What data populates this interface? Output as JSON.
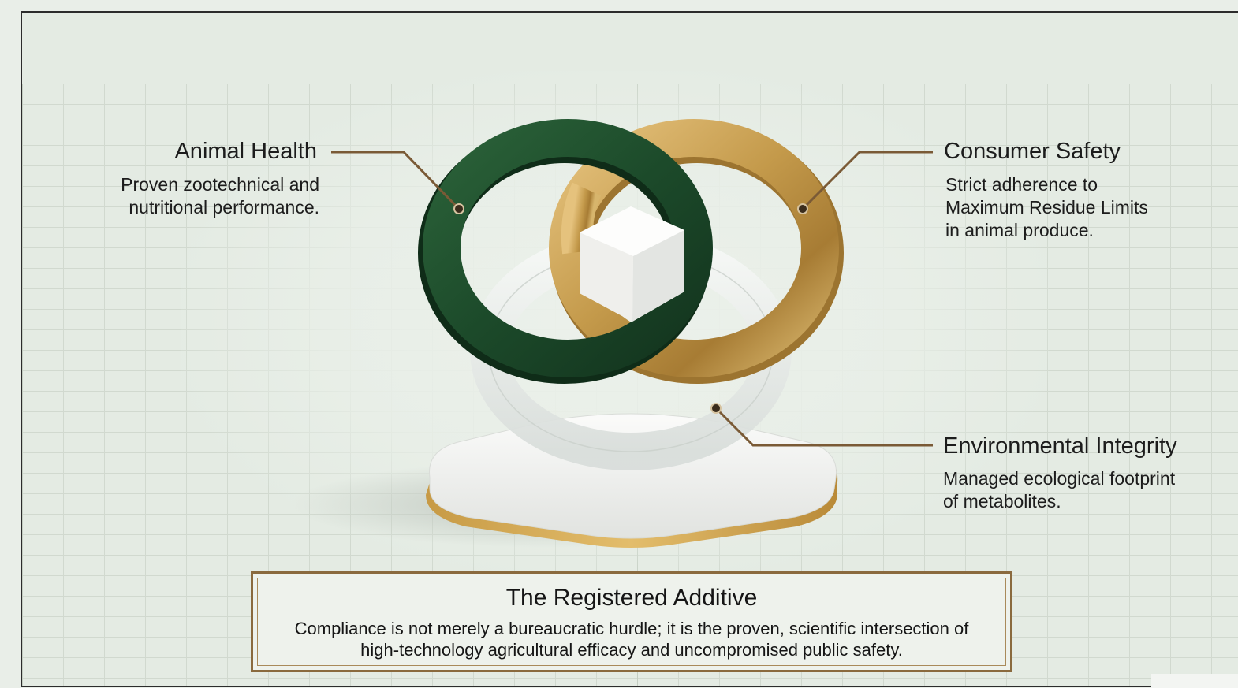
{
  "labels": {
    "animal_health": {
      "title": "Animal Health",
      "description_lines": [
        "Proven zootechnical and",
        "nutritional performance."
      ]
    },
    "consumer_safety": {
      "title": "Consumer Safety",
      "description_lines": [
        "Strict adherence to",
        "Maximum Residue Limits",
        "in animal produce."
      ]
    },
    "environmental_integrity": {
      "title": "Environmental Integrity",
      "description_lines": [
        "Managed ecological footprint",
        "of metabolites."
      ]
    }
  },
  "callout": {
    "title": "The Registered Additive",
    "body_lines": [
      "Compliance is not merely a bureaucratic hurdle; it is the proven, scientific intersection of",
      "high-technology agricultural efficacy and uncompromised public safety."
    ]
  },
  "colors": {
    "green_ring": "#1e4a2c",
    "gold_ring": "#c29a4a",
    "glass_ring": "#e8ecea",
    "leader_line": "#7a5a36",
    "background": "#e7ede6"
  }
}
